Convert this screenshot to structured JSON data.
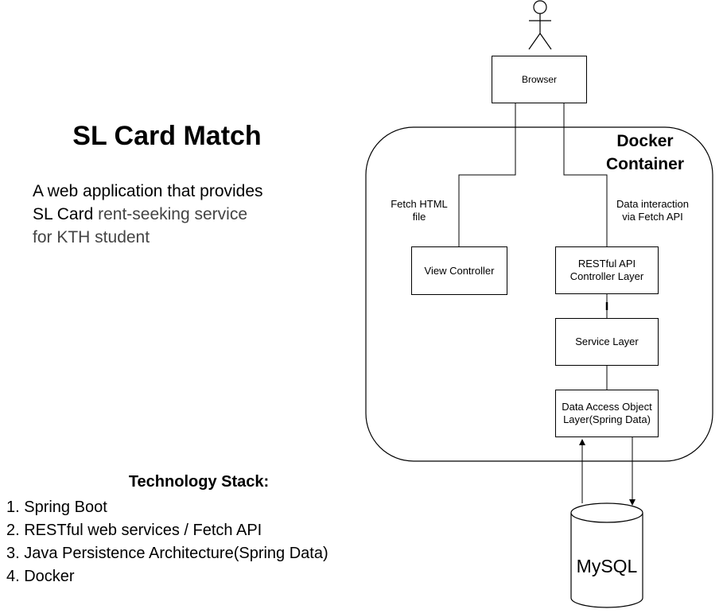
{
  "title": "SL Card Match",
  "description": {
    "line1": "A web application that provides",
    "line2_a": "SL Card",
    "line2_b": " rent-seeking service",
    "line3": "for KTH student"
  },
  "tech_stack": {
    "heading": "Technology Stack:",
    "items": [
      "1. Spring Boot",
      "2. RESTful web services / Fetch API",
      "3. Java Persistence Architecture(Spring Data)",
      "4. Docker"
    ]
  },
  "diagram": {
    "container_title_line1": "Docker",
    "container_title_line2": "Container",
    "browser": "Browser",
    "view_controller": "View Controller",
    "rest_line1": "RESTful API",
    "rest_line2": "Controller Layer",
    "service_layer": "Service Layer",
    "dao_line1": "Data Access Object",
    "dao_line2": "Layer(Spring Data)",
    "fetch_html_line1": "Fetch HTML",
    "fetch_html_line2": "file",
    "data_interaction_line1": "Data interaction",
    "data_interaction_line2": "via Fetch API",
    "database": "MySQL"
  }
}
